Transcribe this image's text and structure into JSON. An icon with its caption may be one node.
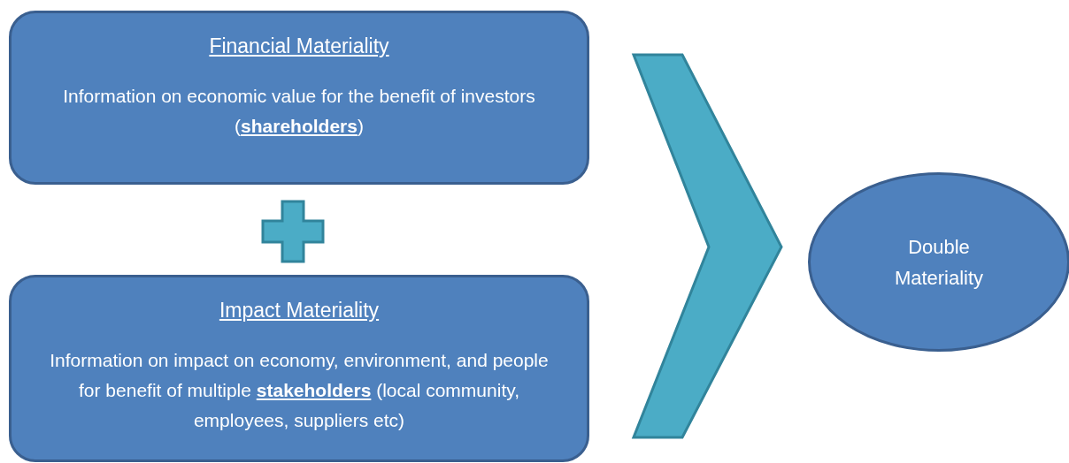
{
  "diagram": {
    "nodes": [
      {
        "text": [
          "Financial Materiality",
          "Information on economic value for the benefit of investors (**shareholders**)"
        ]
      },
      {
        "text": [
          "Impact Materiality",
          "Information on impact on economy, environment, and people for benefit of multiple **stakeholders** (local community, employees, suppliers etc)"
        ]
      },
      {
        "text": [
          "Double Materiality"
        ]
      }
    ],
    "edges": [
      {
        "from": 0,
        "to": 2,
        "arrow": "to"
      },
      {
        "from": 1,
        "to": 2,
        "arrow": "to"
      }
    ]
  }
}
